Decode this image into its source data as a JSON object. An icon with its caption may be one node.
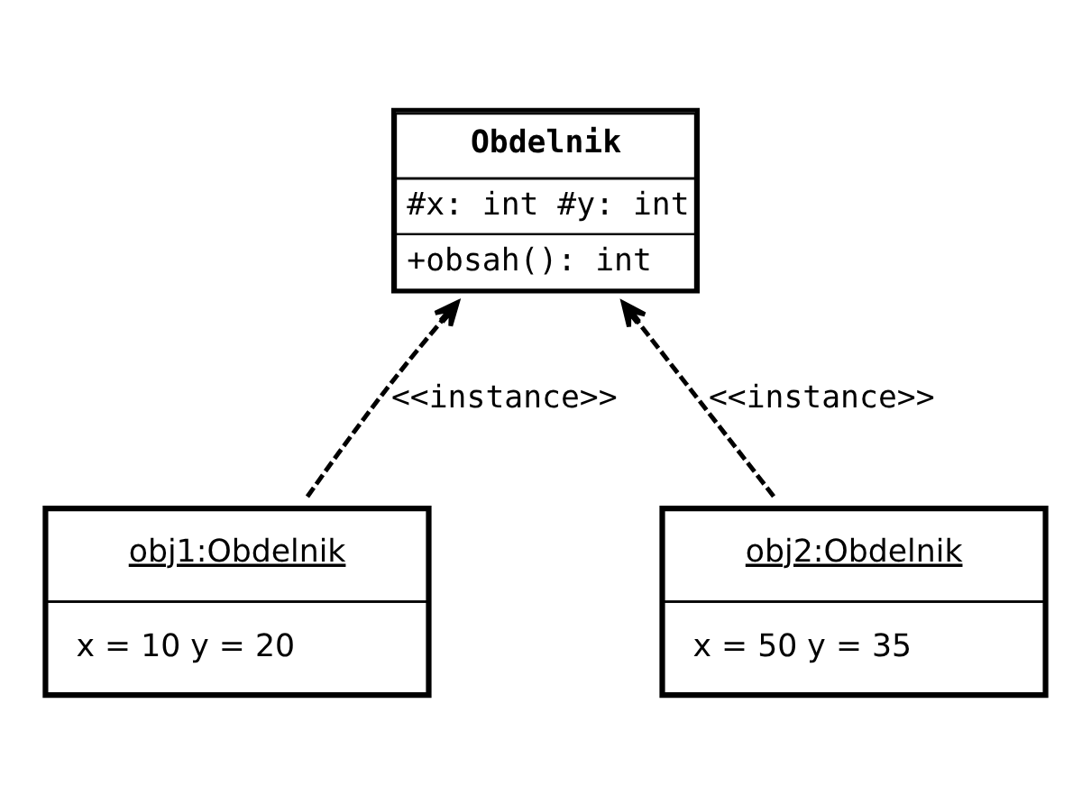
{
  "diagram": {
    "nodes": [
      {
        "text": [
          "Obdelnik",
          "#x: int #y: int",
          "+obsah(): int"
        ]
      },
      {
        "text": [
          "obj1:Obdelnik",
          "x = 10 y = 20"
        ]
      },
      {
        "text": [
          "obj2:Obdelnik",
          "x = 50 y = 35"
        ]
      }
    ],
    "edges": [
      {
        "from": 1,
        "to": 0,
        "arrow": "to",
        "label": "<<instance>>",
        "style": "dashed"
      },
      {
        "from": 2,
        "to": 0,
        "arrow": "to",
        "label": "<<instance>>",
        "style": "dashed"
      }
    ]
  }
}
